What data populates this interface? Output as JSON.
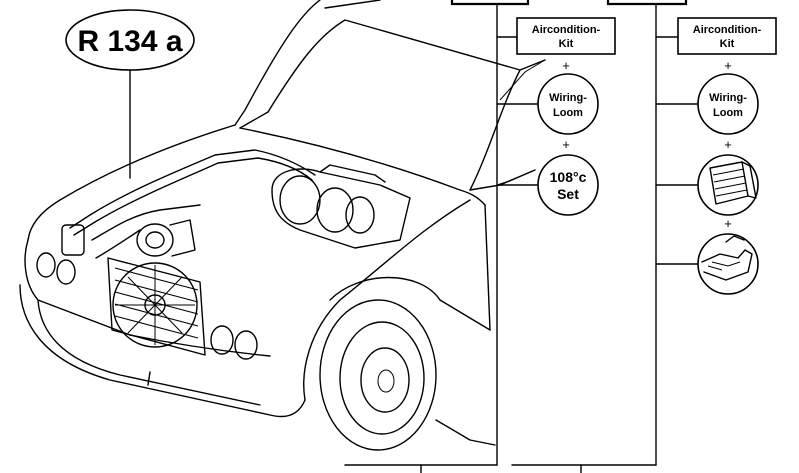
{
  "badge": {
    "text": "R 134 a"
  },
  "columns": [
    {
      "kit_label": [
        "Aircondition-",
        "Kit"
      ],
      "items": [
        {
          "kind": "circle-text",
          "lines": [
            "Wiring-",
            "Loom"
          ]
        },
        {
          "kind": "circle-text",
          "lines": [
            "108°c",
            "Set"
          ]
        }
      ]
    },
    {
      "kit_label": [
        "Aircondition-",
        "Kit"
      ],
      "items": [
        {
          "kind": "circle-text",
          "lines": [
            "Wiring-",
            "Loom"
          ]
        },
        {
          "kind": "circle-image",
          "icon": "condenser-part-icon"
        },
        {
          "kind": "circle-image",
          "icon": "bracket-part-icon"
        }
      ]
    }
  ],
  "plus_sign": "+"
}
